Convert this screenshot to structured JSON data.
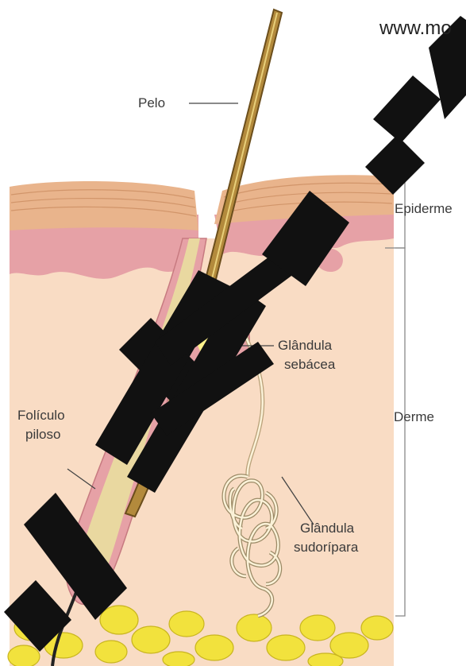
{
  "watermark": {
    "url_text": "www.mo",
    "overlay_text": "TI Farm"
  },
  "labels": {
    "pelo": "Pelo",
    "epiderme": "Epiderme",
    "derme": "Derme",
    "glandula_sebacea_line1": "Glândula",
    "glandula_sebacea_line2": "sebácea",
    "foliculo_line1": "Folículo",
    "foliculo_line2": "piloso",
    "glandula_sudoripara_line1": "Glândula",
    "glandula_sudoripara_line2": "sudorípara"
  },
  "colors": {
    "epidermis_top": "#e9b48c",
    "epidermis_pink": "#e6a1a6",
    "dermis": "#f9dcc4",
    "fat": "#f2e23d",
    "hair_shaft": "#b38a3c",
    "sebaceous": "#fff28a",
    "watermark": "#111111"
  }
}
